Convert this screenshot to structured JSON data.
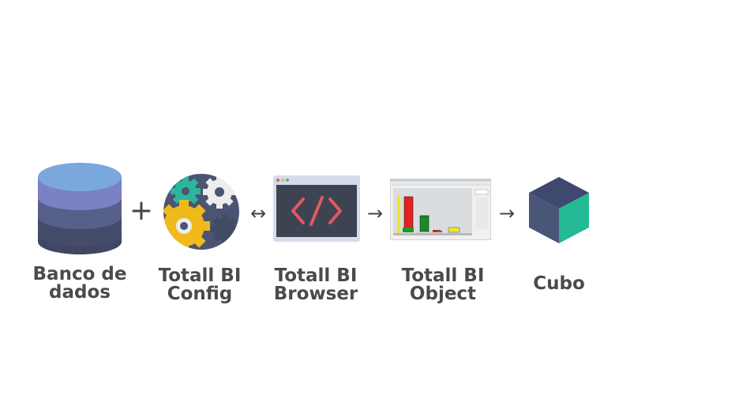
{
  "nodes": [
    {
      "id": "db",
      "icon": "database-icon",
      "label_lines": [
        "Banco de",
        "dados"
      ]
    },
    {
      "id": "config",
      "icon": "gears-icon",
      "label_lines": [
        "Totall BI",
        "Config"
      ]
    },
    {
      "id": "browser",
      "icon": "code-window-icon",
      "label_lines": [
        "Totall BI",
        "Browser"
      ]
    },
    {
      "id": "object",
      "icon": "chart-screenshot-icon",
      "label_lines": [
        "Totall BI",
        "Object"
      ]
    },
    {
      "id": "cube",
      "icon": "cube-icon",
      "label_lines": [
        "Cubo"
      ]
    }
  ],
  "connectors": [
    "+",
    "↔",
    "→",
    "→"
  ],
  "colors": {
    "text": "#4a4a4a",
    "db_top": "#7aa7dc",
    "db_mid1": "#7a82c4",
    "db_mid2": "#56608a",
    "db_bottom": "#444c6a",
    "gear_bg": "#4b5472",
    "gear_yellow": "#efba1a",
    "gear_teal": "#2bb59a",
    "gear_white": "#ecedec",
    "browser_bg": "#3e4352",
    "browser_code": "#e2595f",
    "cube_left": "#4a5678",
    "cube_right": "#25b996",
    "cube_top": "#3e4870"
  }
}
